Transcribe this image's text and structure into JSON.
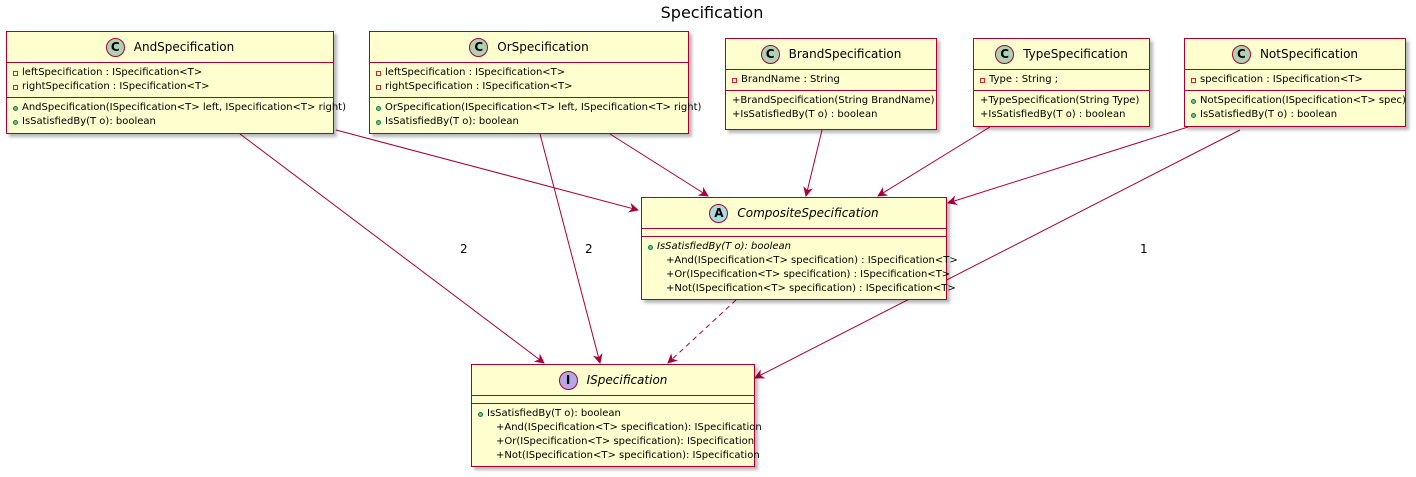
{
  "title": "Specification",
  "colors": {
    "class_fill": "#FEFECE",
    "border": "#A80036",
    "edge": "#A80036",
    "class_badge": "#ADD1B2",
    "abstract_badge": "#A9DCDF",
    "interface_badge": "#B4A7E5"
  },
  "classes": {
    "and": {
      "stereotype": "C",
      "name": "AndSpecification",
      "attributes": [
        {
          "vis": "private",
          "text": "leftSpecification : ISpecification<T>"
        },
        {
          "vis": "private",
          "text": "rightSpecification : ISpecification<T>"
        }
      ],
      "methods": [
        {
          "vis": "public",
          "text": "AndSpecification(ISpecification<T> left, ISpecification<T> right)"
        },
        {
          "vis": "public",
          "text": "IsSatisfiedBy(T o): boolean"
        }
      ]
    },
    "or": {
      "stereotype": "C",
      "name": "OrSpecification",
      "attributes": [
        {
          "vis": "private",
          "text": "leftSpecification : ISpecification<T>"
        },
        {
          "vis": "private",
          "text": "rightSpecification : ISpecification<T>"
        }
      ],
      "methods": [
        {
          "vis": "public",
          "text": "OrSpecification(ISpecification<T> left, ISpecification<T> right)"
        },
        {
          "vis": "public",
          "text": "IsSatisfiedBy(T o): boolean"
        }
      ]
    },
    "brand": {
      "stereotype": "C",
      "name": "BrandSpecification",
      "attributes": [
        {
          "vis": "private",
          "text": "BrandName : String"
        }
      ],
      "methods": [
        {
          "vis": "none",
          "text": "+BrandSpecification(String BrandName)"
        },
        {
          "vis": "none",
          "text": "+IsSatisfiedBy(T o) : boolean"
        }
      ]
    },
    "type": {
      "stereotype": "C",
      "name": "TypeSpecification",
      "attributes": [
        {
          "vis": "private",
          "text": "Type : String ;"
        }
      ],
      "methods": [
        {
          "vis": "none",
          "text": "+TypeSpecification(String Type)"
        },
        {
          "vis": "none",
          "text": "+IsSatisfiedBy(T o) : boolean"
        }
      ]
    },
    "not": {
      "stereotype": "C",
      "name": "NotSpecification",
      "attributes": [
        {
          "vis": "private",
          "text": "specification : ISpecification<T>"
        }
      ],
      "methods": [
        {
          "vis": "public",
          "text": "NotSpecification(ISpecification<T> spec)"
        },
        {
          "vis": "public",
          "text": "IsSatisfiedBy(T o) : boolean"
        }
      ]
    },
    "composite": {
      "stereotype": "A",
      "name": "CompositeSpecification",
      "attributes": [],
      "methods": [
        {
          "vis": "public",
          "text": "IsSatisfiedBy(T o): boolean",
          "abstract": true
        },
        {
          "vis": "indent",
          "text": "+And(ISpecification<T> specification) : ISpecification<T>"
        },
        {
          "vis": "indent",
          "text": "+Or(ISpecification<T> specification) : ISpecification<T>"
        },
        {
          "vis": "indent",
          "text": "+Not(ISpecification<T> specification) : ISpecification<T>"
        }
      ]
    },
    "ispec": {
      "stereotype": "I",
      "name": "ISpecification",
      "attributes": [],
      "methods": [
        {
          "vis": "public",
          "text": "IsSatisfiedBy(T o): boolean"
        },
        {
          "vis": "indent",
          "text": "+And(ISpecification<T> specification): ISpecification"
        },
        {
          "vis": "indent",
          "text": "+Or(ISpecification<T> specification): ISpecification"
        },
        {
          "vis": "indent",
          "text": "+Not(ISpecification<T> specification): ISpecification"
        }
      ]
    }
  },
  "multiplicities": {
    "and_to_ispec": "2",
    "or_to_ispec": "2",
    "not_to_ispec": "1"
  }
}
